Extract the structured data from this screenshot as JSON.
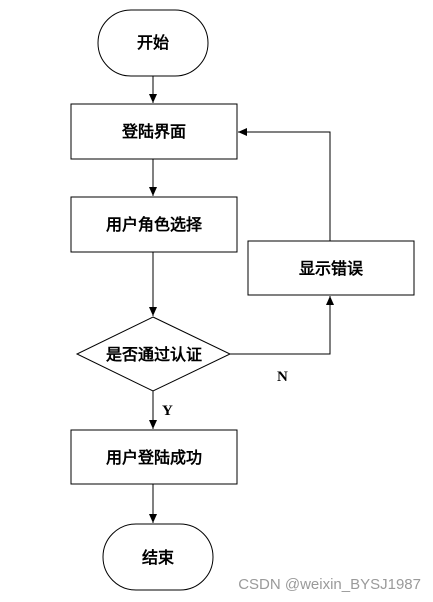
{
  "nodes": {
    "start": "开始",
    "login_page": "登陆界面",
    "role_select": "用户角色选择",
    "auth_check": "是否通过认证",
    "show_error": "显示错误",
    "login_success": "用户登陆成功",
    "end": "结束"
  },
  "edges": {
    "yes_label": "Y",
    "no_label": "N"
  },
  "watermark": "CSDN @weixin_BYSJ1987",
  "colors": {
    "stroke": "#000000",
    "fill": "#ffffff",
    "watermark": "#9a9a9a"
  }
}
